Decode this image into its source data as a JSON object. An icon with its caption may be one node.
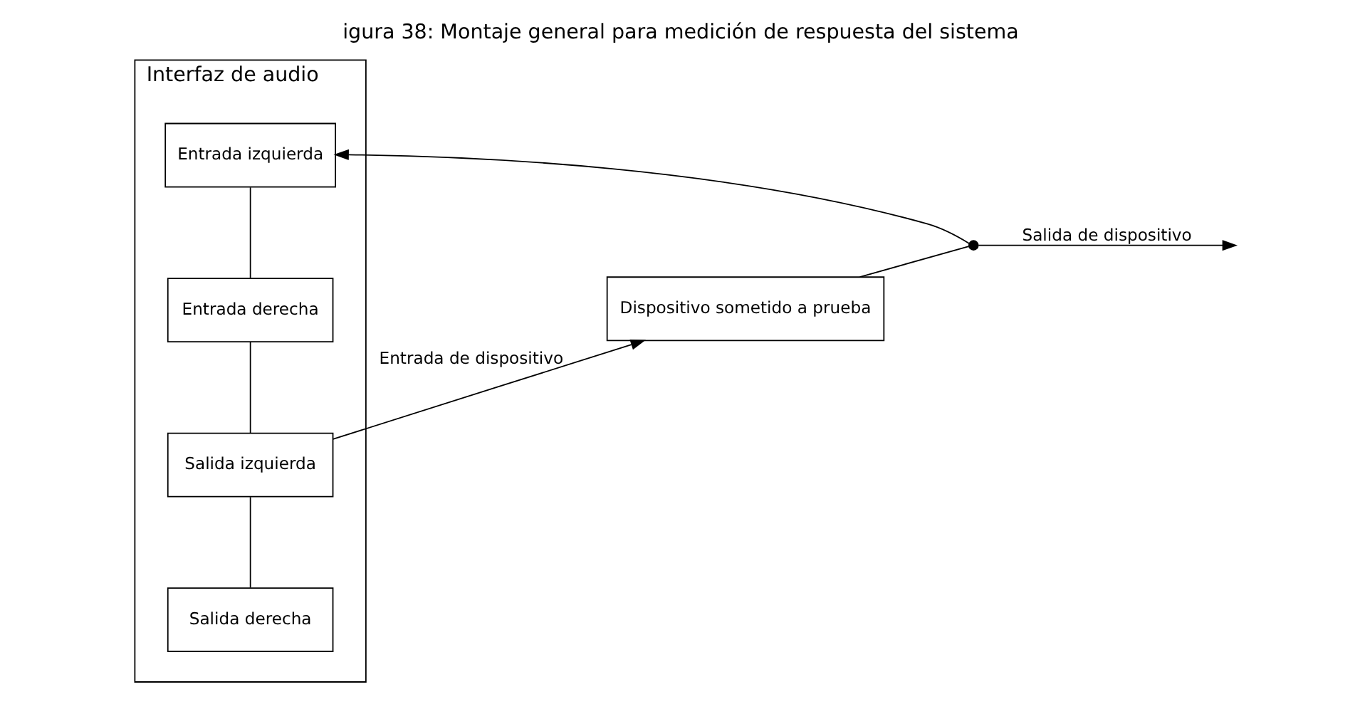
{
  "diagram": {
    "title": "igura 38: Montaje general para medición de respuesta del sistema",
    "nodes": [
      {
        "text": [
          "Interfaz de audio"
        ]
      },
      {
        "text": [
          "Salida derecha"
        ],
        "in": 0
      },
      {
        "text": [
          "Salida izquierda"
        ],
        "in": 0
      },
      {
        "text": [
          "Entrada derecha"
        ],
        "in": 0
      },
      {
        "text": [
          "Entrada izquierda"
        ],
        "in": 0
      },
      {
        "text": [
          "Dispositivo sometido a prueba"
        ]
      },
      {
        "text": [],
        "shape": "circle"
      }
    ],
    "edges": [
      {
        "from": 1,
        "to": 2,
        "arrow": "none"
      },
      {
        "from": 2,
        "to": 3,
        "arrow": "none"
      },
      {
        "from": 3,
        "to": 4,
        "arrow": "none"
      },
      {
        "from": 2,
        "to": 5,
        "arrow": "to",
        "label": "Entrada de dispositivo"
      },
      {
        "from": 5,
        "to": 6,
        "arrow": "none"
      },
      {
        "from": 6,
        "to": null,
        "arrow": "to",
        "label": "Salida de dispositivo"
      },
      {
        "from": 6,
        "to": 4,
        "arrow": "to"
      }
    ]
  }
}
